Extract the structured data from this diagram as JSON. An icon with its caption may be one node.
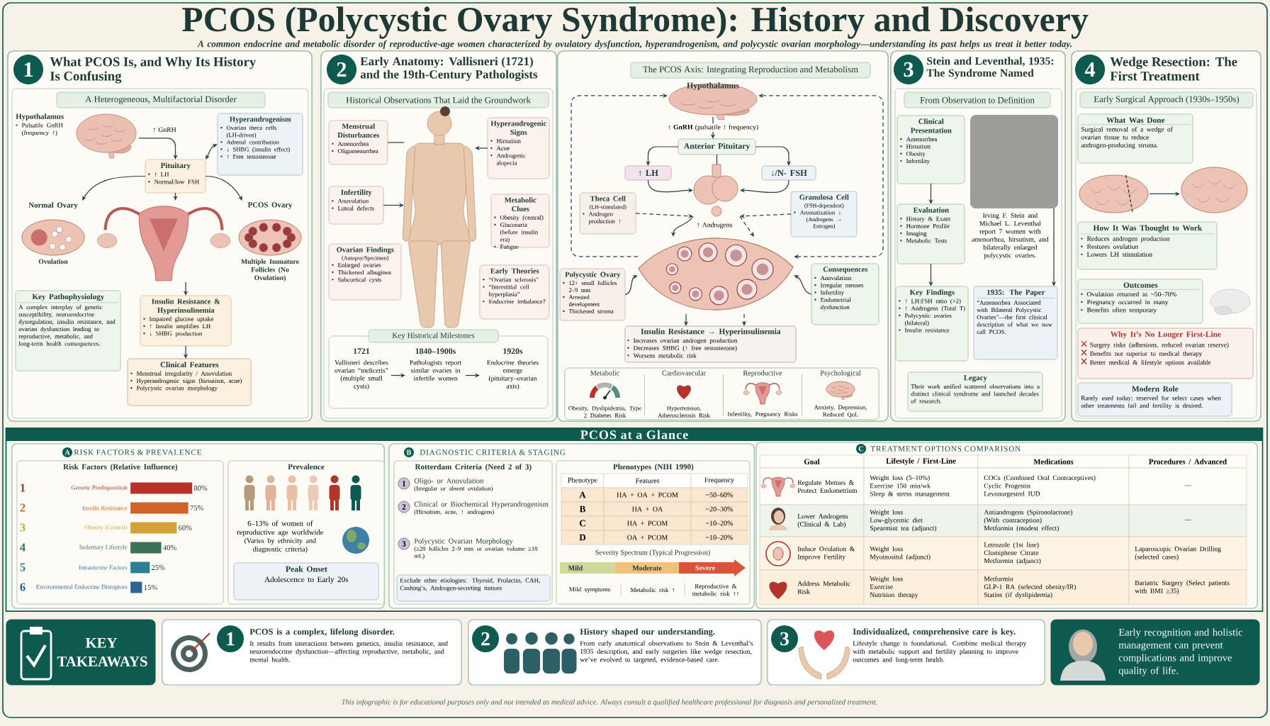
{
  "diagram": {
    "title": "PCOS (Polycystic Ovary Syndrome): History and Discovery",
    "caption": "This infographic is for educational purposes only and not intended as medical advice. Always consult a qualified healthcare professional for diagnosis and personalized treatment.",
    "nodes": [
      {
        "text": [
          "What PCOS Is, and Why Its History Is Confusing"
        ]
      },
      {
        "text": [
          "1"
        ],
        "in": 0
      },
      {
        "text": [
          "A Heterogeneous, Multifactorial Disorder"
        ],
        "in": 0
      },
      {
        "text": [
          "Hypothalamus",
          "Pulsatile GnRH (frequency ↑)"
        ],
        "in": 2
      },
      {
        "text": [
          "Hyperandrogenism",
          "Ovarian theca cells (LH-driven)",
          "Adrenal contribution",
          "↓ SHBG (insulin effect)",
          "↑ Free testosterone"
        ],
        "in": 2
      },
      {
        "text": [
          "Pituitary",
          "↑ LH",
          "Normal/low FSH"
        ],
        "in": 2
      },
      {
        "text": [
          "Normal Ovary",
          "Ovulation"
        ],
        "in": 2
      },
      {
        "text": [
          "PCOS Ovary",
          "Multiple Immature Follicles (No Ovulation)"
        ],
        "in": 2
      },
      {
        "text": [],
        "shape": "picture",
        "in": 2
      },
      {
        "text": [
          "Key Pathophysiology",
          "A complex interplay of genetic susceptibility, neuroendocrine dysregulation, insulin resistance, and ovarian dysfunction leading to reproductive, metabolic, and long-term health consequences."
        ],
        "in": 2
      },
      {
        "text": [
          "Insulin Resistance & Hyperinsulinemia",
          "Impaired glucose uptake",
          "↑ Insulin amplifies LH",
          "↓ SHBG production"
        ],
        "in": 2
      },
      {
        "text": [
          "Clinical Features",
          "Menstrual irregularity / Anovulation",
          "Hyperandrogenic signs (hirsutism, acne)",
          "Polycystic ovarian morphology"
        ],
        "in": 2
      },
      {
        "text": [
          "Early Anatomy: Vallisneri (1721) and the 19th-Century Pathologists"
        ]
      },
      {
        "text": [
          "2"
        ],
        "in": 12
      },
      {
        "text": [
          "Historical Observations That Laid the Groundwork"
        ],
        "in": 12
      },
      {
        "text": [
          "Menstrual Disturbances",
          "Amenorrhea",
          "Oligomenorrhea"
        ],
        "in": 14
      },
      {
        "text": [],
        "shape": "person",
        "in": 14
      },
      {
        "text": [
          "Hyperandrogenic Signs",
          "Hirsutism",
          "Acne",
          "Androgenic alopecia"
        ],
        "in": 14
      },
      {
        "text": [
          "Infertility",
          "Anovulation",
          "Luteal defects"
        ],
        "in": 14
      },
      {
        "text": [
          "Metabolic Clues",
          "Obesity (central)",
          "Glucosuria (before insulin era)",
          "Fatigue"
        ],
        "in": 14
      },
      {
        "text": [
          "Ovarian Findings",
          "(Autopsy/Specimen)",
          "Enlarged ovaries",
          "Thickened albuginea",
          "Subcortical cysts"
        ],
        "in": 14
      },
      {
        "text": [
          "Early Theories",
          "“Ovarian sclerosis”",
          "“Interstitial cell hyperplasia”",
          "Endocrine imbalance?"
        ],
        "in": 14
      },
      {
        "text": [
          "Key Historical Milestones"
        ],
        "in": 14
      },
      {
        "text": [
          "1721",
          "Vallisneri describes ovarian “meliceris” (multiple small cysts)"
        ],
        "in": 22
      },
      {
        "text": [
          "1840–1900s",
          "Pathologists report similar ovaries in infertile women"
        ],
        "in": 22
      },
      {
        "text": [
          "1920s",
          "Endocrine theories emerge (pituitary–ovarian axis)"
        ],
        "in": 22
      },
      {
        "text": [
          "The PCOS Axis: Integrating Reproduction and Metabolism"
        ]
      },
      {
        "text": [
          "Hypothalamus"
        ],
        "in": 26
      },
      {
        "text": [
          "Anterior Pituitary"
        ],
        "in": 26
      },
      {
        "text": [
          "↑ LH"
        ],
        "in": 26
      },
      {
        "text": [
          "↓/N- FSH"
        ],
        "in": 26
      },
      {
        "text": [],
        "shape": "picture",
        "in": 26
      },
      {
        "text": [
          "Theca Cell",
          "(LH-stimulated)",
          "Androgen production ↑"
        ],
        "in": 26
      },
      {
        "text": [
          "Granulosa Cell",
          "(FSH-dependent)",
          "Aromatization ↓",
          "(Androgens → Estrogen)"
        ],
        "in": 26
      },
      {
        "text": [],
        "shape": "picture",
        "in": 26
      },
      {
        "text": [
          "Polycystic Ovary",
          "12+ small follicles 2–9 mm",
          "Arrested development",
          "Thickened stroma"
        ],
        "in": 26
      },
      {
        "text": [
          "Consequences",
          "Anovulation",
          "Irregular menses",
          "Infertility",
          "Endometrial dysfunction"
        ],
        "in": 26
      },
      {
        "text": [
          "Insulin Resistance → Hyperinsulinemia",
          "Increases ovarian androgen production",
          "Decreases SHBG (↑ free testosterone)",
          "Worsens metabolic risk"
        ],
        "in": 26
      },
      {
        "text": [],
        "shape": "box",
        "in": 26
      },
      {
        "text": [
          "Metabolic",
          "Obesity, Dyslipidemia, Type 2 Diabetes Risk"
        ],
        "in": 38
      },
      {
        "text": [
          "Cardiovascular",
          "Hypertension, Atherosclerosis Risk"
        ],
        "in": 38
      },
      {
        "text": [
          "Reproductive",
          "Infertility, Pregnancy Risks"
        ],
        "in": 38
      },
      {
        "text": [
          "Psychological",
          "Anxiety, Depression, Reduced QoL"
        ],
        "in": 38
      },
      {
        "text": [
          "Stein and Leventhal, 1935: The Syndrome Named"
        ]
      },
      {
        "text": [
          "3"
        ],
        "in": 43
      },
      {
        "text": [
          "From Observation to Definition"
        ],
        "in": 43
      },
      {
        "text": [
          "Clinical Presentation",
          "Amenorrhea",
          "Hirsutism",
          "Obesity",
          "Infertility"
        ],
        "in": 45
      },
      {
        "text": [],
        "shape": "box",
        "beside": [
          "Irving F. Stein and Michael L. Leventhal report 7 women with amenorrhea, hirsutism, and bilaterally enlarged polycystic ovaries."
        ],
        "in": 45
      },
      {
        "text": [
          "Evaluation",
          "History & Exam",
          "Hormone Profile",
          "Imaging",
          "Metabolic Tests"
        ],
        "in": 45
      },
      {
        "text": [
          "Key Findings",
          "↑ LH:FSH ratio (>2)",
          "↑ Androgens (Total T)",
          "Polycystic ovaries (bilateral)",
          "Insulin resistance"
        ],
        "in": 45
      },
      {
        "text": [
          "1935: The Paper",
          "“Amenorrhea Associated with Bilateral Polycystic Ovaries”—the first clinical description of what we now call PCOS."
        ],
        "in": 45
      },
      {
        "text": [
          "Legacy",
          "Their work unified scattered observations into a distinct clinical syndrome and launched decades of research."
        ],
        "in": 45
      },
      {
        "text": [
          "Wedge Resection: The First Treatment"
        ]
      },
      {
        "text": [
          "4"
        ],
        "in": 52
      },
      {
        "text": [
          "Early Surgical Approach (1930s–1950s)"
        ],
        "in": 52
      },
      {
        "text": [
          "What Was Done",
          "Surgical removal of a wedge of ovarian tissue to reduce androgen-producing stroma."
        ],
        "in": 54
      },
      {
        "text": [],
        "shape": "picture",
        "in": 54
      },
      {
        "text": [],
        "shape": "picture",
        "in": 54
      },
      {
        "text": [
          "How It Was Thought to Work",
          "Reduces androgen production",
          "Restores ovulation",
          "Lowers LH stimulation"
        ],
        "in": 54
      },
      {
        "text": [
          "Outcomes",
          "Ovulation returned in ~50–70%",
          "Pregnancy occurred in many",
          "Benefits often temporary"
        ],
        "in": 54
      },
      {
        "text": [
          "Why It’s No Longer First-Line",
          "Surgery risks (adhesions, reduced ovarian reserve)",
          "Benefits not superior to medical therapy",
          "Better medical & lifestyle options available"
        ],
        "in": 54
      },
      {
        "text": [
          "Modern Role",
          "Rarely used today; reserved for select cases when other treatments fail and fertility is desired."
        ],
        "in": 54
      },
      {
        "text": [
          "PCOS at a Glance"
        ]
      },
      {
        "text": [
          "RISK FACTORS & PREVALENCE"
        ],
        "in": 62
      },
      {
        "text": [
          "A"
        ],
        "in": 63
      },
      {
        "text": [
          "Risk Factors (Relative Influence)"
        ],
        "in": 63
      },
      {
        "text": [
          "Prevalence",
          "6–13% of women of reproductive age worldwide",
          "(Varies by ethnicity and diagnostic criteria)"
        ],
        "in": 63
      },
      {
        "text": [
          "Peak Onset",
          "Adolescence to Early 20s"
        ],
        "in": 66
      },
      {
        "text": [
          "DIAGNOSTIC CRITERIA & STAGING"
        ],
        "in": 62
      },
      {
        "text": [
          "B"
        ],
        "in": 68
      },
      {
        "text": [
          "Rotterdam Criteria (Need 2 of 3)"
        ],
        "in": 68
      },
      {
        "text": [
          "1",
          "Oligo- or Anovulation",
          "(Irregular or absent ovulation)"
        ],
        "in": 70
      },
      {
        "text": [
          "2",
          "Clinical or Biochemical Hyperandrogenism",
          "(Hirsutism, acne, ↑ androgens)"
        ],
        "in": 70
      },
      {
        "text": [
          "3",
          "Polycystic Ovarian Morphology",
          "(≥20 follicles 2–9 mm or ovarian volume ≥10 mL)"
        ],
        "in": 70
      },
      {
        "text": [
          "Exclude other etiologies: Thyroid, Prolactin, CAH, Cushing’s, Androgen-secreting tumors"
        ],
        "in": 70
      },
      {
        "text": [
          "Phenotypes (NIH 1990)"
        ],
        "in": 68
      },
      {
        "text": [
          "TREATMENT OPTIONS COMPARISON"
        ],
        "in": 62
      },
      {
        "text": [
          "C"
        ],
        "in": 76
      },
      {
        "text": [
          "KEY TAKEAWAYS"
        ]
      },
      {
        "text": [
          "PCOS is a complex, lifelong disorder.",
          "It results from interactions between genetics, insulin resistance, and neuroendocrine dysfunction—affecting reproductive, metabolic, and mental health."
        ]
      },
      {
        "text": [
          "1"
        ],
        "in": 79
      },
      {
        "text": [
          "History shaped our understanding.",
          "From early anatomical observations to Stein & Leventhal’s 1935 description, and early surgeries like wedge resection, we’ve evolved to targeted, evidence-based care."
        ]
      },
      {
        "text": [
          "2"
        ],
        "in": 81
      },
      {
        "text": [
          "Individualized, comprehensive care is key.",
          "Lifestyle change is foundational. Combine medical therapy with metabolic support and fertility planning to improve outcomes and long-term health."
        ]
      },
      {
        "text": [
          "3"
        ],
        "in": 83
      },
      {
        "text": [
          "Early recognition and holistic management can prevent complications and improve quality of life."
        ]
      },
      {
        "text": [
          "Mild",
          "Moderate",
          "Severe"
        ],
        "beside": [
          "Severity Spectrum (Typical Progression)"
        ],
        "in": 75
      }
    ],
    "edges": [
      {
        "from": 3,
        "to": 5,
        "arrow": "to",
        "label": "↑ GnRH"
      },
      {
        "from": 5,
        "to": 4,
        "arrow": "both"
      },
      {
        "from": 5,
        "to": 6,
        "arrow": "to"
      },
      {
        "from": 5,
        "to": 7,
        "arrow": "to"
      },
      {
        "from": 5,
        "to": 8,
        "arrow": "to"
      },
      {
        "from": 8,
        "to": 10,
        "arrow": "to"
      },
      {
        "from": 10,
        "to": 11,
        "arrow": "to"
      },
      {
        "from": 15,
        "to": 16,
        "arrow": "none"
      },
      {
        "from": 17,
        "to": 16,
        "arrow": "to"
      },
      {
        "from": 18,
        "to": 16,
        "arrow": "to"
      },
      {
        "from": 23,
        "to": 24,
        "arrow": "to"
      },
      {
        "from": 24,
        "to": 25,
        "arrow": "to"
      },
      {
        "from": 27,
        "to": 28,
        "arrow": "to",
        "label": "**↑ GnRH** (pulsatile ↑ frequency)"
      },
      {
        "from": 28,
        "to": 29,
        "arrow": "to"
      },
      {
        "from": 28,
        "to": 30,
        "arrow": "to"
      },
      {
        "from": 28,
        "to": 31,
        "arrow": "none"
      },
      {
        "from": 29,
        "to": 31,
        "arrow": "to"
      },
      {
        "from": 30,
        "to": 31,
        "arrow": "to"
      },
      {
        "from": 32,
        "to": 31,
        "arrow": "to",
        "style": "dashed"
      },
      {
        "from": 33,
        "to": 31,
        "arrow": "to",
        "style": "dashed"
      },
      {
        "from": 31,
        "to": 34,
        "arrow": "to",
        "label": "↑ Androgens"
      },
      {
        "from": 31,
        "to": 34,
        "arrow": "to",
        "style": "dashed"
      },
      {
        "from": 35,
        "to": 34,
        "arrow": "to"
      },
      {
        "from": 36,
        "to": 34,
        "arrow": "to"
      },
      {
        "from": 34,
        "to": 37,
        "arrow": "to"
      },
      {
        "from": 34,
        "to": 37,
        "arrow": "to",
        "style": "dashed"
      },
      {
        "from": 34,
        "to": 27,
        "arrow": "to",
        "style": "dashed"
      },
      {
        "from": 34,
        "to": 27,
        "arrow": "both",
        "style": "dashed"
      },
      {
        "from": 46,
        "to": 48,
        "arrow": "to"
      },
      {
        "from": 48,
        "to": 49,
        "arrow": "to"
      },
      {
        "from": 47,
        "to": 50,
        "arrow": "to"
      },
      {
        "from": 56,
        "to": 57,
        "arrow": "to"
      }
    ],
    "labels": [
      "A common endocrine and metabolic disorder of reproductive-age women characterized by ovulatory dysfunction, hyperandrogenism, and polycystic ovarian morphology—understanding its past helps us treat it better today.",
      "Phenotype",
      "Features",
      "Frequency",
      "A",
      "HA + OA + PCOM",
      "~50–60%",
      "B",
      "HA + OA",
      "~20–30%",
      "C",
      "HA + PCOM",
      "~10–20%",
      "D",
      "OA + PCOM",
      "~10–20%",
      "Mild symptoms",
      "Metabolic risk ↑",
      "Reproductive & metabolic risk ↑↑",
      "Goal",
      "Lifestyle / First-Line",
      "Medications",
      "Procedures / Advanced",
      "Regulate Menses & Protect Endometrium",
      "Weight loss (5–10%)",
      "Exercise 150 min/wk",
      "Sleep & stress management",
      "COCs (Combined Oral Contraceptives)",
      "Cyclic Progestin",
      "Levonorgestrel IUD",
      "—",
      "Lower Androgens (Clinical & Lab)",
      "Weight loss",
      "Low-glycemic diet",
      "Spearmint tea (adjunct)",
      "Antiandrogens (Spironolactone)",
      "(With contraception)",
      "Metformin (modest effect)",
      "—",
      "Induce Ovulation & Improve Fertility",
      "Weight loss",
      "Myoinositol (adjunct)",
      "Letrozole (1st line)",
      "Clomiphene Citrate",
      "Metformin (adjunct)",
      "Laparoscopic Ovarian Drilling (selected cases)",
      "Address Metabolic Risk",
      "Weight loss",
      "Exercise",
      "Nutrition therapy",
      "Metformin",
      "GLP-1 RA (selected obesity/IR)",
      "Statins (if dyslipidemia)",
      "Bariatric Surgery (Select patients with BMI ≥35)",
      "1",
      "2",
      "3",
      "4",
      "5",
      "6"
    ],
    "chart_data": {
      "type": "bar",
      "orientation": "horizontal",
      "categories": [
        "Genetic Predisposition",
        "Insulin Resistance",
        "Obesity (Central)",
        "Sedentary Lifestyle",
        "Intrauterine Factors",
        "Environmental Endocrine Disruptors"
      ],
      "values": [
        80,
        75,
        60,
        40,
        25,
        15
      ],
      "value_labels": [
        "80%",
        "75%",
        "60%",
        "40%",
        "25%",
        "15%"
      ]
    }
  }
}
